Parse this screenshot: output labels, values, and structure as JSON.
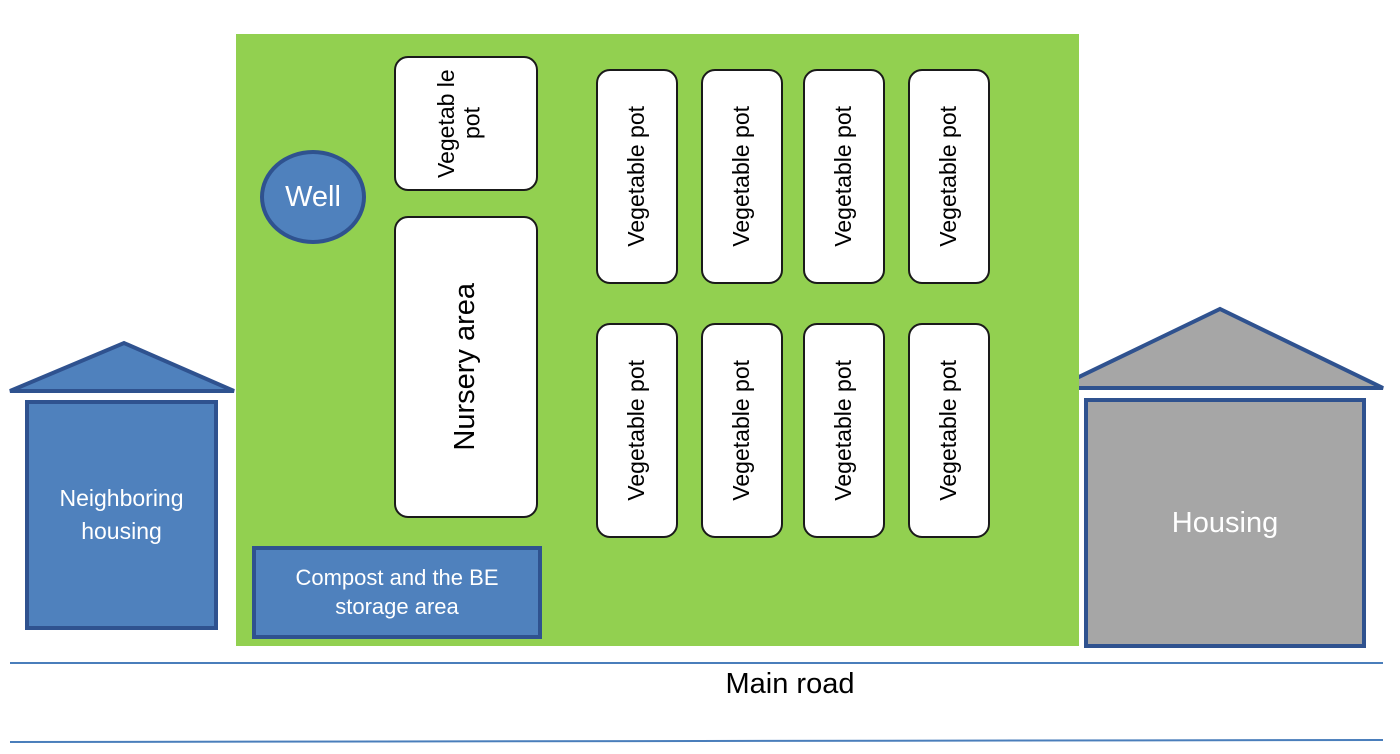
{
  "labels": {
    "well": "Well",
    "vegetable_pot_narrow": "Vegetab le pot",
    "nursery_area": "Nursery area",
    "vegetable_pot": "Vegetable pot",
    "compost": "Compost and the BE storage area",
    "neighboring_housing": "Neighboring housing",
    "housing": "Housing",
    "main_road": "Main road"
  },
  "colors": {
    "garden": "#92d050",
    "blue_fill": "#4f81bd",
    "blue_border": "#2f528f",
    "housing_fill": "#a6a6a6",
    "road_line": "#4a7ebb"
  }
}
